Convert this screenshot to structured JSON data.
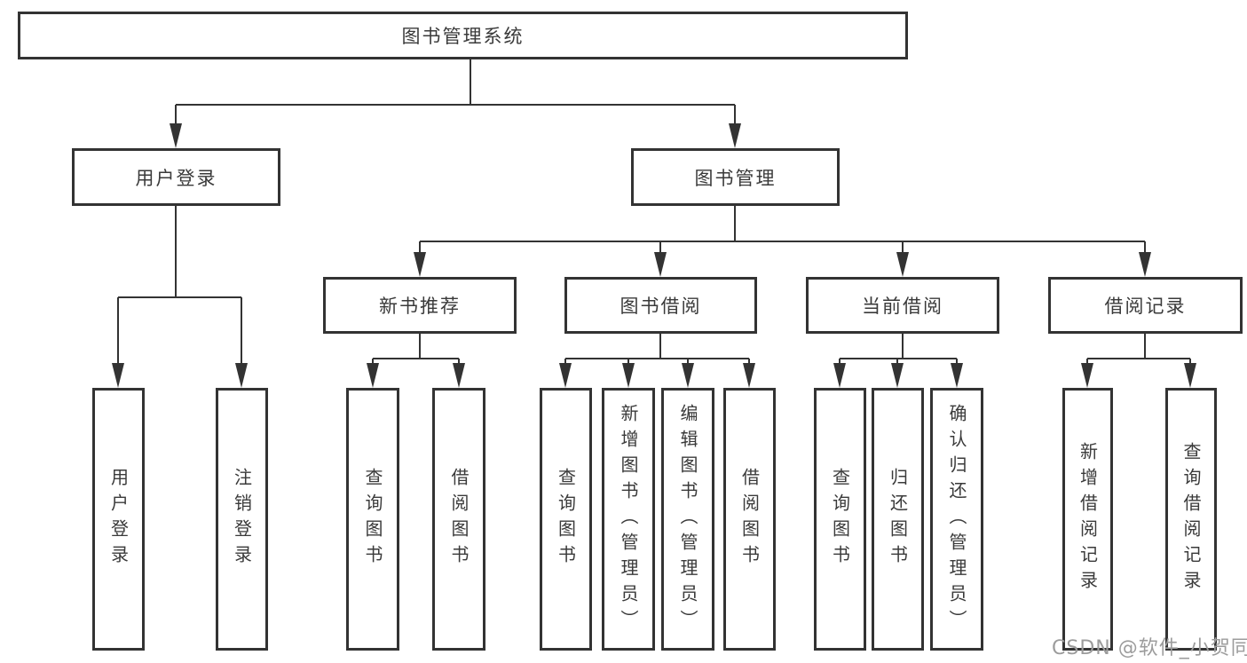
{
  "tree": {
    "root": {
      "label": "图书管理系统"
    },
    "branches": [
      {
        "label": "用户登录",
        "children": [
          {
            "label": "用户登录"
          },
          {
            "label": "注销登录"
          }
        ]
      },
      {
        "label": "图书管理",
        "children": [
          {
            "label": "新书推荐",
            "children": [
              {
                "label": "查询图书"
              },
              {
                "label": "借阅图书"
              }
            ]
          },
          {
            "label": "图书借阅",
            "children": [
              {
                "label": "查询图书"
              },
              {
                "label": "新增图书（管理员）"
              },
              {
                "label": "编辑图书（管理员）"
              },
              {
                "label": "借阅图书"
              }
            ]
          },
          {
            "label": "当前借阅",
            "children": [
              {
                "label": "查询图书"
              },
              {
                "label": "归还图书"
              },
              {
                "label": "确认归还（管理员）"
              }
            ]
          },
          {
            "label": "借阅记录",
            "children": [
              {
                "label": "新增借阅记录"
              },
              {
                "label": "查询借阅记录"
              }
            ]
          }
        ]
      }
    ]
  },
  "watermark": {
    "text": "CSDN @软件_小贺同学"
  },
  "colors": {
    "line": "#333333",
    "text": "#3a3a3a",
    "watermark": "#9c9c9c",
    "background": "#ffffff"
  }
}
